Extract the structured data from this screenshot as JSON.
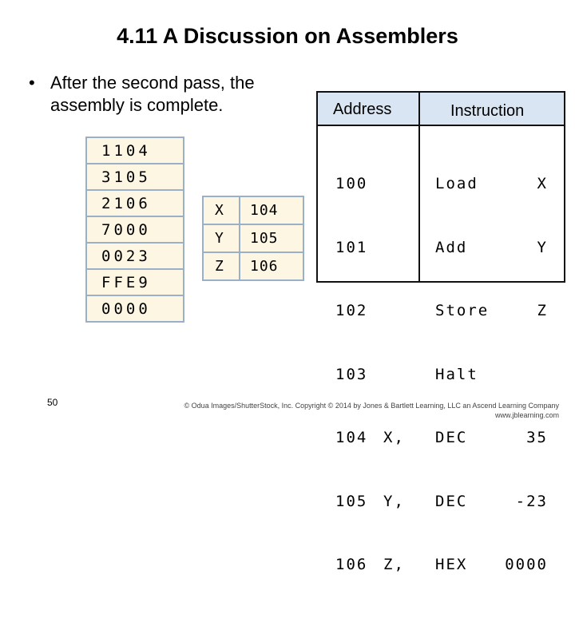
{
  "slide": {
    "title": "4.11 A Discussion on Assemblers",
    "bullet": "After the second pass, the assembly is complete.",
    "page_number": "50",
    "credit_line1": "© Odua Images/ShutterStock, Inc. Copyright © 2014 by Jones & Bartlett Learning, LLC an Ascend Learning Company",
    "credit_line2": "www.jblearning.com"
  },
  "memory": [
    "1104",
    "3105",
    "2106",
    "7000",
    "0023",
    "FFE9",
    "0000"
  ],
  "symbol_table": [
    {
      "symbol": "X",
      "address": "104"
    },
    {
      "symbol": "Y",
      "address": "105"
    },
    {
      "symbol": "Z",
      "address": "106"
    }
  ],
  "program": {
    "header_address": "Address",
    "header_instruction": "Instruction",
    "rows": [
      {
        "address": "100",
        "label": "",
        "opcode": "Load",
        "operand": "X"
      },
      {
        "address": "101",
        "label": "",
        "opcode": "Add",
        "operand": "Y"
      },
      {
        "address": "102",
        "label": "",
        "opcode": "Store",
        "operand": "Z"
      },
      {
        "address": "103",
        "label": "",
        "opcode": "Halt",
        "operand": ""
      },
      {
        "address": "104",
        "label": "X,",
        "opcode": "DEC",
        "operand": "35"
      },
      {
        "address": "105",
        "label": "Y,",
        "opcode": "DEC",
        "operand": "-23"
      },
      {
        "address": "106",
        "label": "Z,",
        "opcode": "HEX",
        "operand": "0000"
      }
    ]
  }
}
